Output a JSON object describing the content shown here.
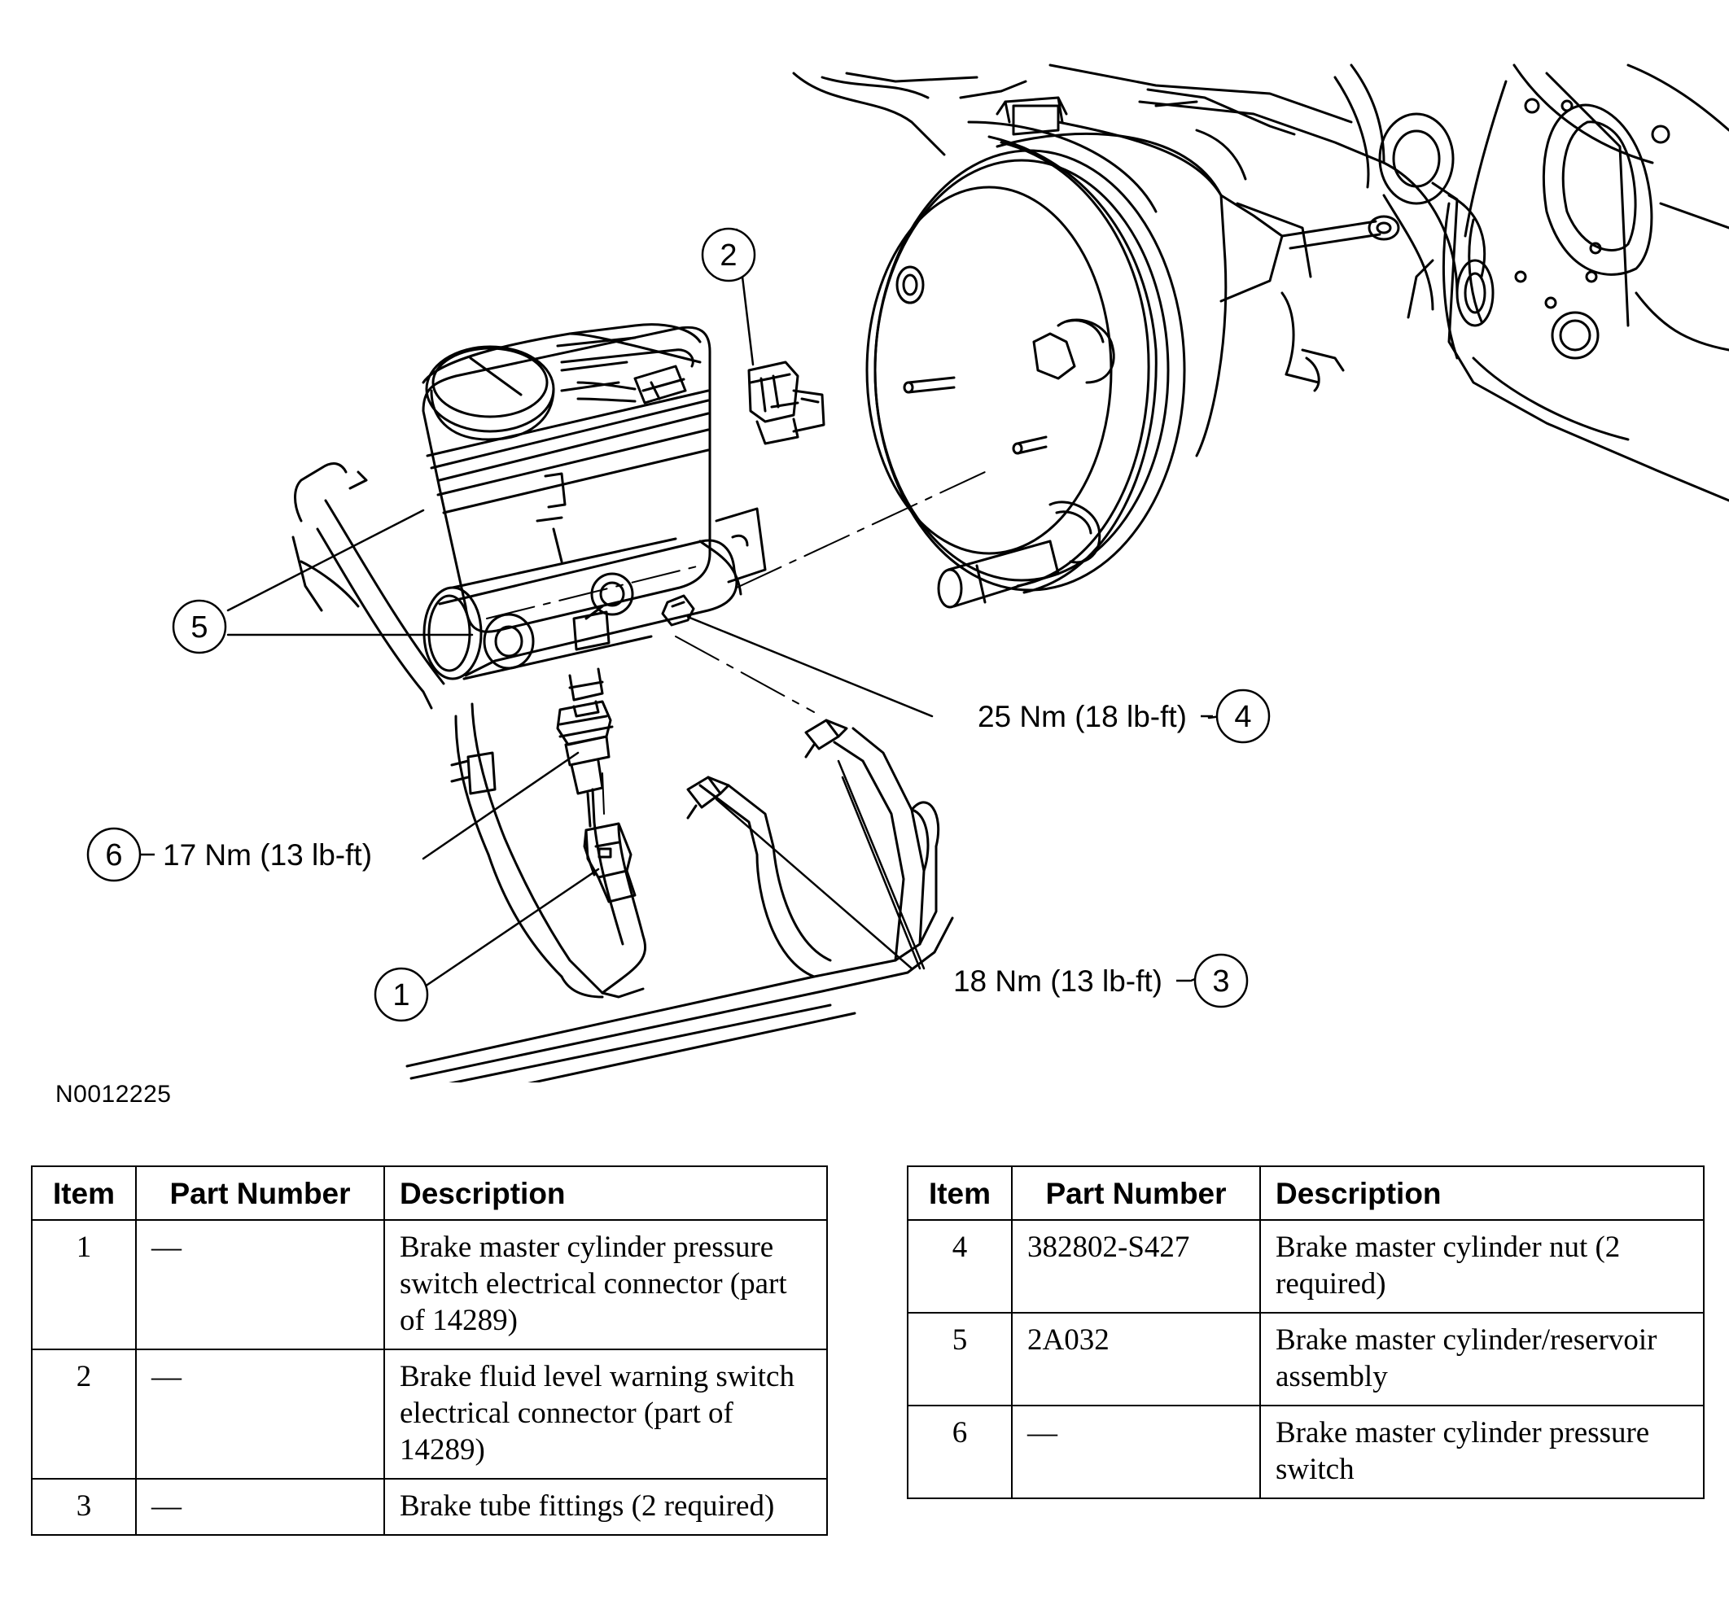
{
  "figure_id": "N0012225",
  "callouts": [
    {
      "number": "1",
      "label": ""
    },
    {
      "number": "2",
      "label": ""
    },
    {
      "number": "3",
      "label": "18 Nm (13 lb-ft)"
    },
    {
      "number": "4",
      "label": "25 Nm (18 lb-ft)"
    },
    {
      "number": "5",
      "label": ""
    },
    {
      "number": "6",
      "label": "17 Nm (13 lb-ft)"
    }
  ],
  "table_headers": {
    "item": "Item",
    "part_number": "Part Number",
    "description": "Description"
  },
  "parts_left": [
    {
      "item": "1",
      "part_number": "—",
      "description": "Brake master cylinder pressure switch electrical connector (part of 14289)"
    },
    {
      "item": "2",
      "part_number": "—",
      "description": "Brake fluid level warning switch electrical connector (part of 14289)"
    },
    {
      "item": "3",
      "part_number": "—",
      "description": "Brake tube fittings (2 required)"
    }
  ],
  "parts_right": [
    {
      "item": "4",
      "part_number": "382802-S427",
      "description": "Brake master cylinder nut (2 required)"
    },
    {
      "item": "5",
      "part_number": "2A032",
      "description": "Brake master cylinder/reservoir assembly"
    },
    {
      "item": "6",
      "part_number": "—",
      "description": "Brake master cylinder pressure switch"
    }
  ]
}
